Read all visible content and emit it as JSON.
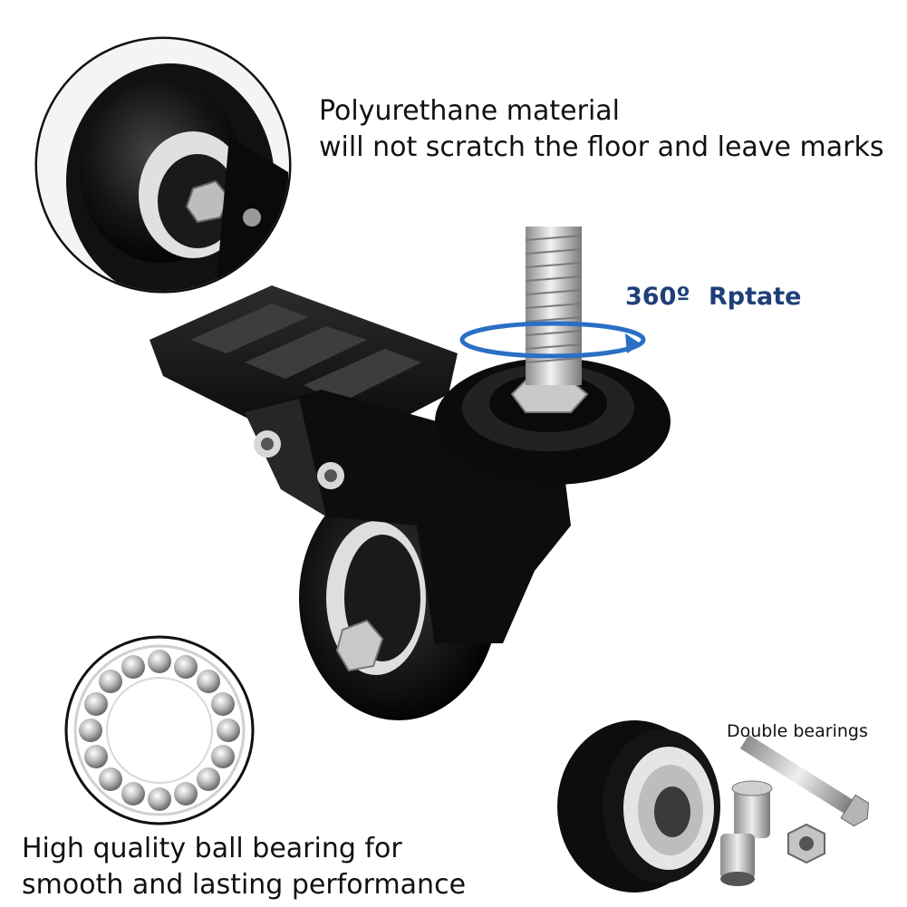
{
  "captions": {
    "material_line1": "Polyurethane material",
    "material_line2": "will not scratch the floor and leave marks",
    "rotate_number": "360º",
    "rotate_word": "Rptate",
    "double_bearings": "Double bearings",
    "bearing_line1": "High quality ball bearing for",
    "bearing_line2": "smooth and lasting performance"
  },
  "colors": {
    "rotation_arrow": "#2a6fc4",
    "rotate_text": "#1f3f78",
    "wheel": "#0d0d0d",
    "hub": "#d8d8d8"
  }
}
